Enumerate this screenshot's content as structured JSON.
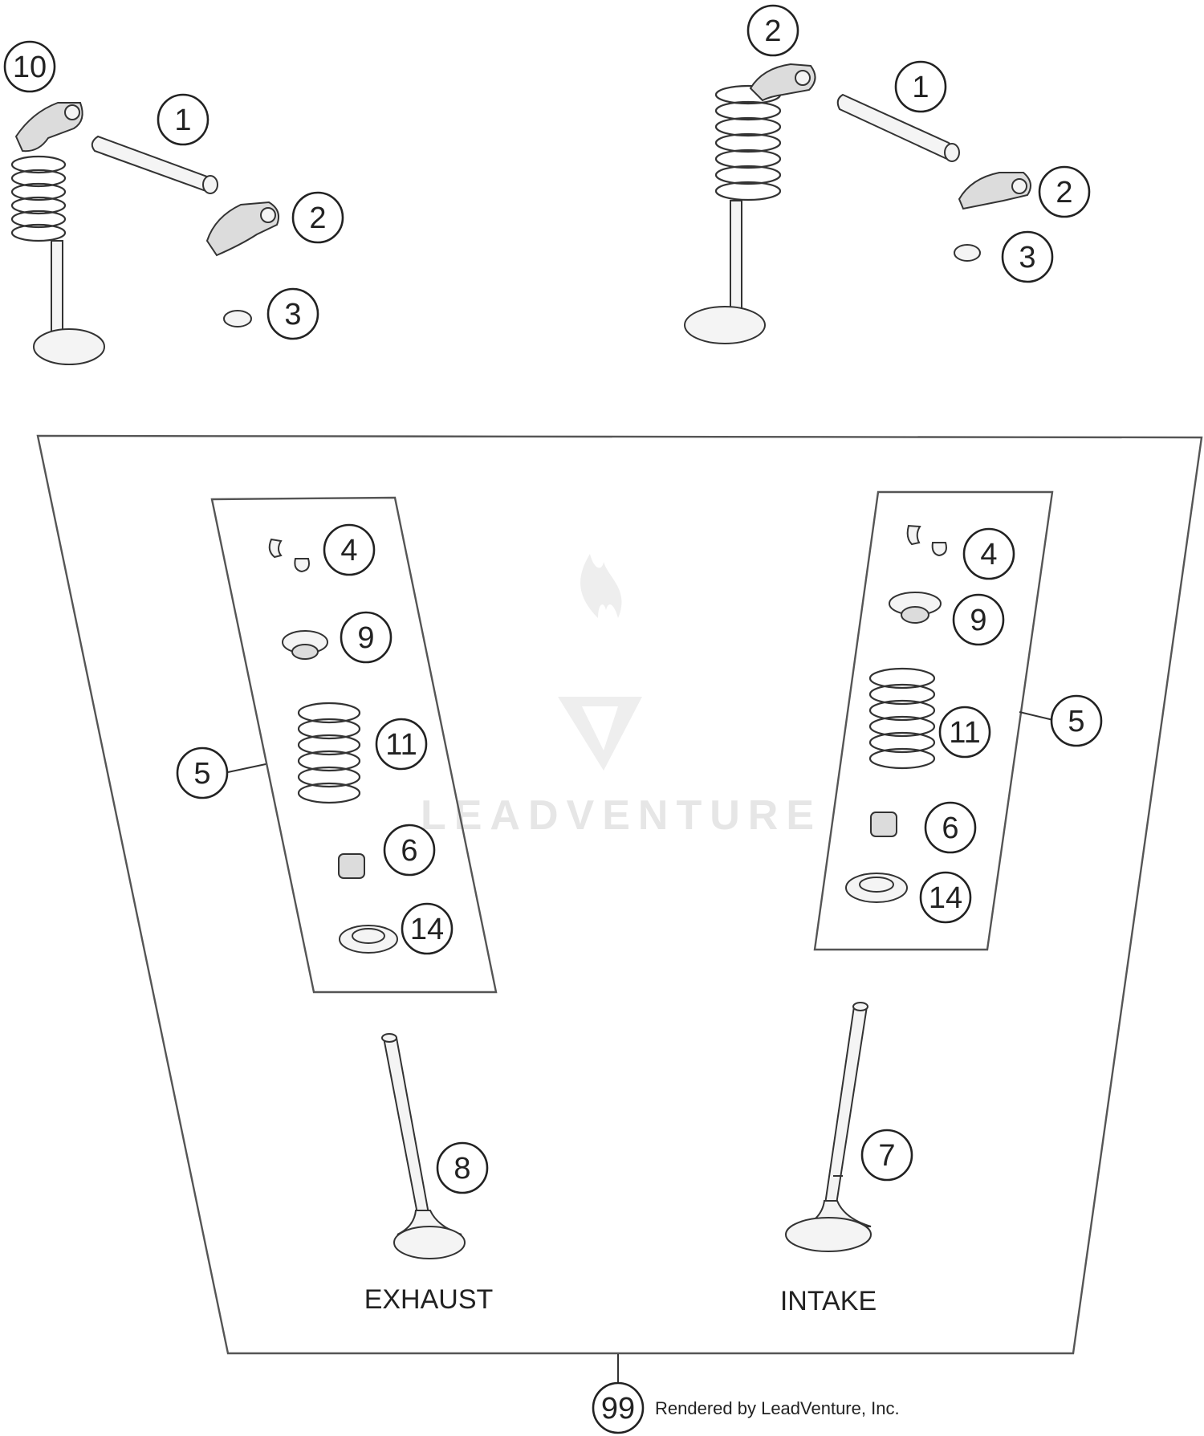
{
  "callouts": {
    "a10": "10",
    "a1": "1",
    "a2": "2",
    "a3": "3",
    "b2top": "2",
    "b1": "1",
    "b2": "2",
    "b3": "3",
    "ex4": "4",
    "ex9": "9",
    "ex11": "11",
    "ex5": "5",
    "ex6": "6",
    "ex14": "14",
    "in4": "4",
    "in9": "9",
    "in11": "11",
    "in5": "5",
    "in6": "6",
    "in14": "14",
    "ex8": "8",
    "in7": "7",
    "kit99": "99"
  },
  "labels": {
    "exhaust": "EXHAUST",
    "intake": "INTAKE"
  },
  "watermark": {
    "brand": "LEADVENTURE"
  },
  "footer": {
    "credit": "Rendered by LeadVenture, Inc."
  },
  "colors": {
    "line": "#333333",
    "watermark": "#e6e6e6",
    "background": "#ffffff"
  }
}
